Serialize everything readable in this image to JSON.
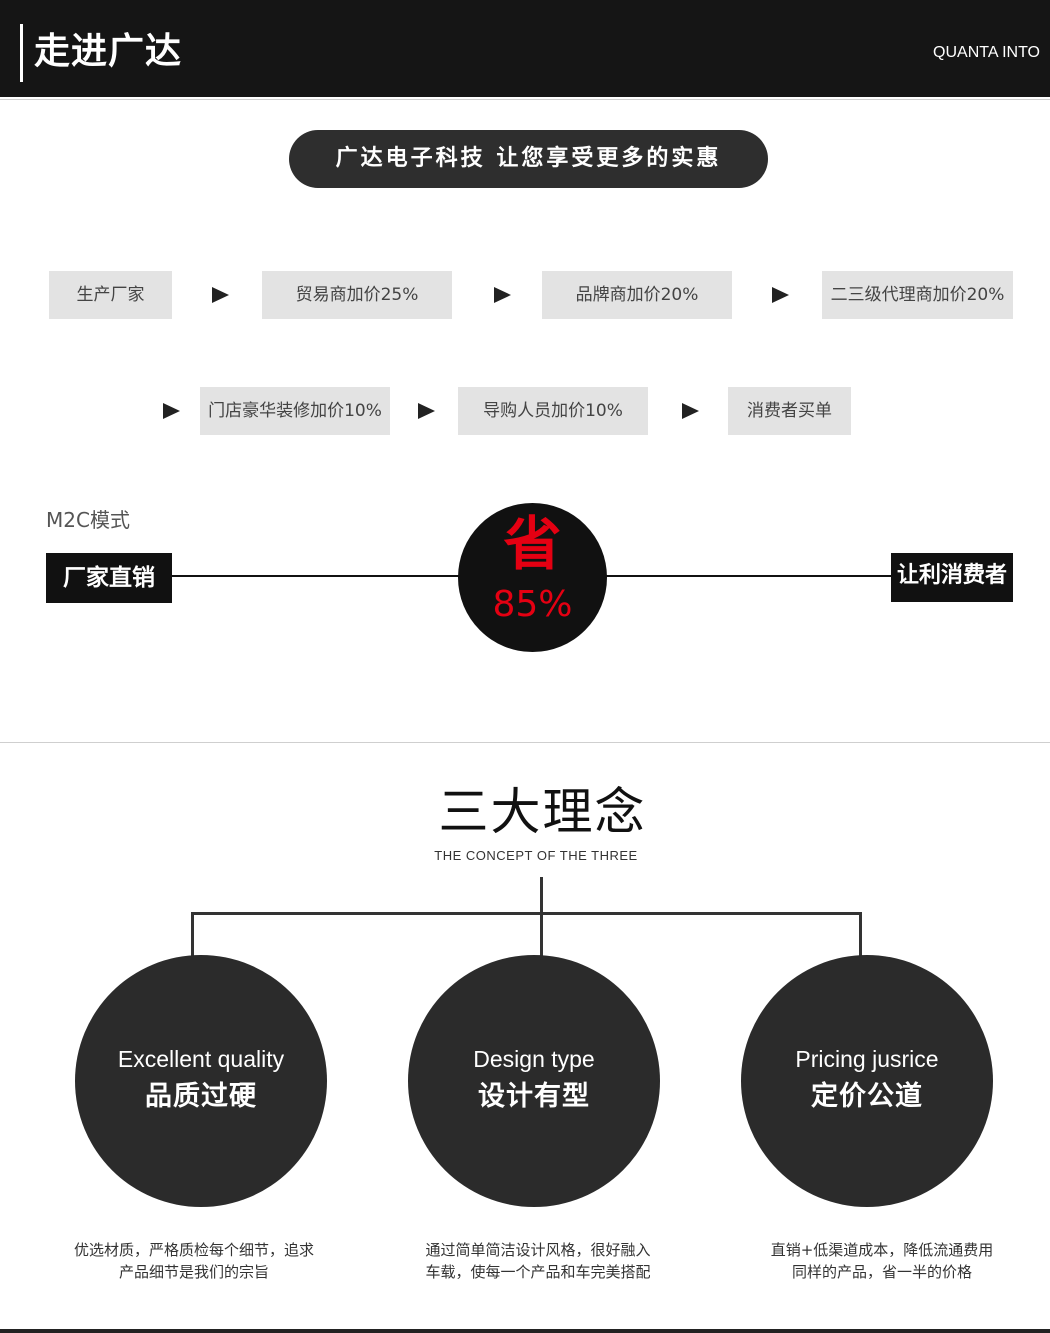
{
  "header": {
    "title": "走进广达",
    "subtitle": "QUANTA INTO"
  },
  "slogan": "广达电子科技 让您享受更多的实惠",
  "flow": {
    "row1": [
      "生产厂家",
      "贸易商加价25%",
      "品牌商加价20%",
      "二三级代理商加价20%"
    ],
    "row2": [
      "门店豪华装修加价10%",
      "导购人员加价10%",
      "消费者买单"
    ]
  },
  "m2c": {
    "label": "M2C模式",
    "left": "厂家直销",
    "right": "让利消费者",
    "save_char": "省",
    "save_pct": "85%",
    "accent_color": "#e50012"
  },
  "concept": {
    "title": "三大理念",
    "subtitle": "THE CONCEPT OF THE THREE",
    "items": [
      {
        "en": "Excellent quality",
        "cn": "品质过硬",
        "desc_line1": "优选材质，严格质检每个细节，追求",
        "desc_line2": "产品细节是我们的宗旨"
      },
      {
        "en": "Design type",
        "cn": "设计有型",
        "desc_line1": "通过简单简洁设计风格，很好融入",
        "desc_line2": "车载，使每一个产品和车完美搭配"
      },
      {
        "en": "Pricing jusrice",
        "cn": "定价公道",
        "desc_line1": "直销+低渠道成本，降低流通费用",
        "desc_line2": "同样的产品，省一半的价格"
      }
    ]
  }
}
